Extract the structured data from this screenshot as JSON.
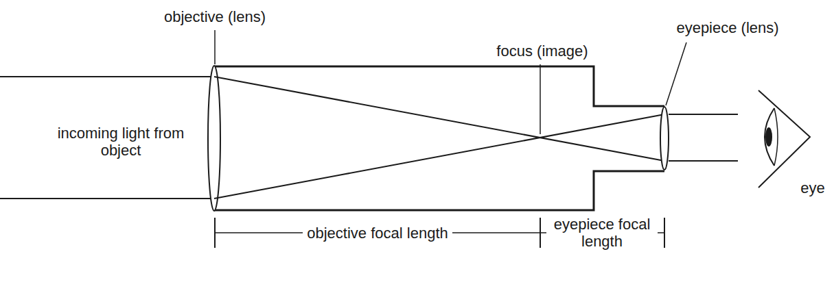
{
  "diagram": {
    "labels": [
      "objective (lens)",
      "focus (image)",
      "eyepiece (lens)",
      "incoming light from object",
      "eye",
      "objective focal length",
      "eyepiece focal length"
    ]
  }
}
